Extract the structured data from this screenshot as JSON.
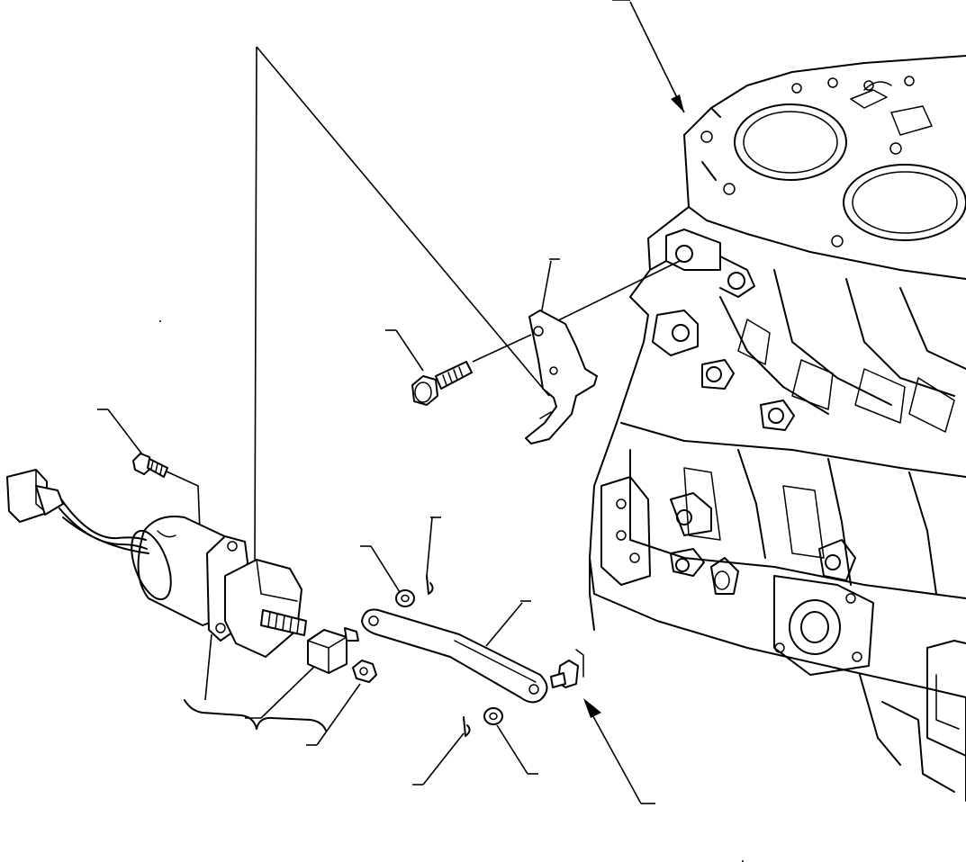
{
  "diagram": {
    "callout_count": 13,
    "colors": {
      "line": "#000000",
      "background": "#ffffff"
    },
    "parts": [
      "cylinder-block",
      "solenoid-bracket",
      "bracket-bolt",
      "solenoid-mounting-bolt",
      "stop-solenoid",
      "wire-connector",
      "plunger-joint",
      "lock-nut",
      "link-lever",
      "washer-upper",
      "cotter-pin-upper",
      "washer-lower",
      "cotter-pin-lower",
      "lever-pin"
    ]
  }
}
